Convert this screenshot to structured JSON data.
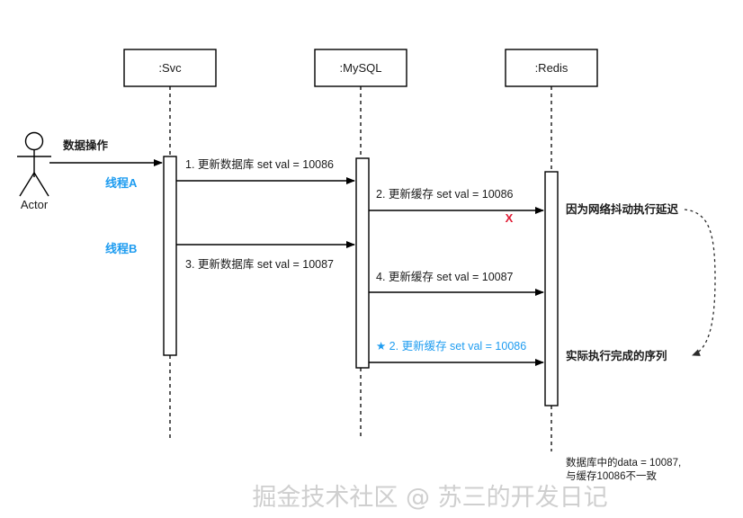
{
  "diagram": {
    "type": "uml-sequence-diagram",
    "title_watermark": "掘金技术社区 @ 苏三的开发日记",
    "colors": {
      "accent_blue": "#1e9cf0",
      "error_red": "#e01b34",
      "stroke": "#000000",
      "watermark": "#cfcfcf"
    }
  },
  "actor": {
    "label": "Actor",
    "entry_message": "数据操作"
  },
  "participants": [
    {
      "name": "svc",
      "label": ":Svc"
    },
    {
      "name": "mysql",
      "label": ":MySQL"
    },
    {
      "name": "redis",
      "label": ":Redis"
    }
  ],
  "threads": [
    {
      "name": "thread-a",
      "label": "线程A"
    },
    {
      "name": "thread-b",
      "label": "线程B"
    }
  ],
  "messages": [
    {
      "name": "msg-1",
      "label": "1. 更新数据库 set val = 10086",
      "from": ":Svc",
      "to": ":MySQL",
      "style": "normal"
    },
    {
      "name": "msg-2",
      "label": "2. 更新缓存  set val = 10086",
      "from": ":MySQL",
      "to": ":Redis",
      "style": "normal"
    },
    {
      "name": "msg-3",
      "label": "3. 更新数据库 set val = 10087",
      "from": ":Svc",
      "to": ":MySQL",
      "style": "normal"
    },
    {
      "name": "msg-4",
      "label": "4. 更新缓存 set val = 10087",
      "from": ":MySQL",
      "to": ":Redis",
      "style": "normal"
    },
    {
      "name": "msg-2-delayed",
      "label": "★ 2. 更新缓存  set val = 10086",
      "from": ":MySQL",
      "to": ":Redis",
      "style": "highlighted"
    }
  ],
  "marks": [
    {
      "name": "failure-mark",
      "label": "X"
    }
  ],
  "notes": [
    {
      "name": "note-network-jitter",
      "label": "因为网络抖动执行延迟"
    },
    {
      "name": "note-actual-sequence",
      "label": "实际执行完成的序列"
    }
  ],
  "footer": {
    "line1": "数据库中的data = 10087,",
    "line2": "与缓存10086不一致"
  }
}
